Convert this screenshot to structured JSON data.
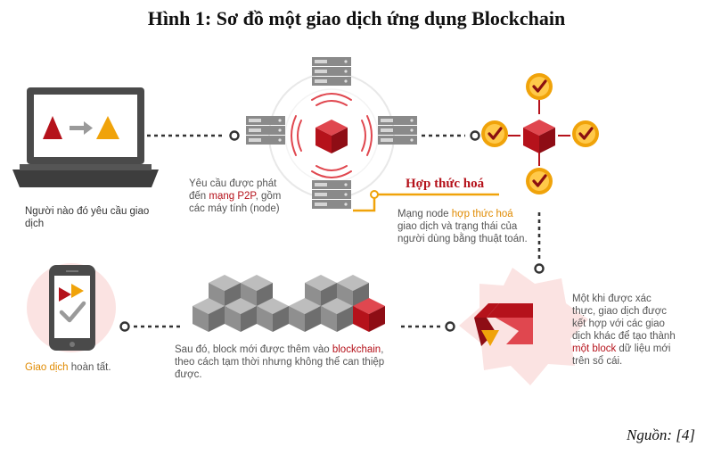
{
  "title": "Hình 1: Sơ đồ một giao dịch ứng dụng Blockchain",
  "source": "Nguồn: [4]",
  "steps": {
    "request": "Người nào đó yêu cầu giao dịch",
    "broadcast": {
      "pre": "Yêu cầu được phát đến ",
      "highlight": "mạng P2P",
      "post": ", gồm các máy tính (node)"
    },
    "validate": {
      "label": "Hợp thức hoá",
      "pre": "Mạng node ",
      "highlight": "hợp thức hoá",
      "post": " giao dịch và trạng thái của người dùng bằng thuật toán."
    },
    "combine": {
      "pre": "Một khi được xác thực, giao dịch được kết hợp với các giao dịch khác để tạo thành ",
      "highlight": "một block",
      "post": " dữ liệu mới trên sổ cái."
    },
    "append": {
      "pre": "Sau đó, block mới được thêm vào ",
      "highlight": "blockchain",
      "post": ", theo cách tạm thời nhưng không thể can thiệp được."
    },
    "complete": {
      "highlight": "Giao dịch",
      "post": " hoàn tất."
    }
  },
  "colors": {
    "red": "#b5121b",
    "orange": "#f0a30a",
    "gray": "#5b5b5b",
    "light_pink": "#fbe3e2"
  }
}
